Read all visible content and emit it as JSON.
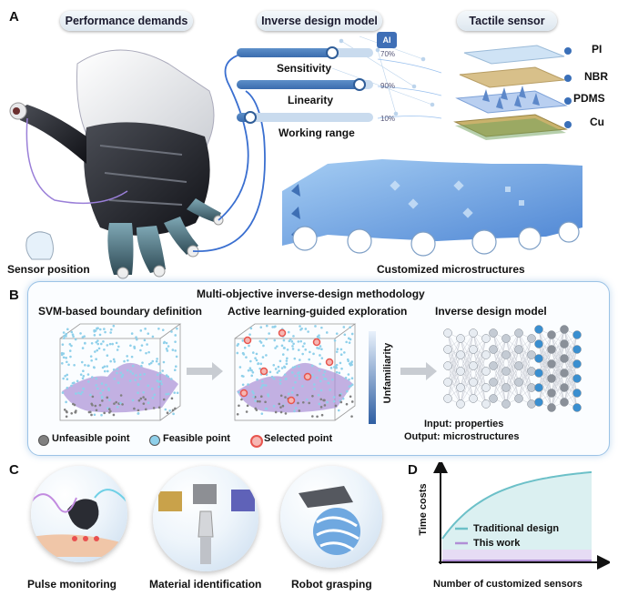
{
  "panels": {
    "a": "A",
    "b": "B",
    "c": "C",
    "d": "D"
  },
  "panel_a": {
    "titles": {
      "demands": "Performance demands",
      "model": "Inverse design model",
      "sensor": "Tactile sensor"
    },
    "sliders": [
      {
        "label": "Sensitivity",
        "percent": "70%",
        "value": 0.7
      },
      {
        "label": "Linearity",
        "percent": "90%",
        "value": 0.9
      },
      {
        "label": "Working range",
        "percent": "10%",
        "value": 0.1
      }
    ],
    "ai_badge": "AI",
    "layers": [
      "PI",
      "NBR",
      "PDMS",
      "Cu"
    ],
    "sensor_position": "Sensor position",
    "microstructures": "Customized microstructures"
  },
  "panel_b": {
    "title": "Multi-objective inverse-design methodology",
    "step1": "SVM-based boundary definition",
    "step2": "Active learning-guided exploration",
    "step3": "Inverse design model",
    "colorbar_label": "Unfamiliarity",
    "legend": {
      "unfeasible": "Unfeasible point",
      "feasible": "Feasible point",
      "selected": "Selected point"
    },
    "io": {
      "input": "Input: properties",
      "output": "Output: microstructures"
    },
    "colors": {
      "unfeasible": "#808080",
      "feasible": "#8fd0ea",
      "selected": "#e8554e"
    }
  },
  "panel_c": {
    "apps": [
      "Pulse monitoring",
      "Material identification",
      "Robot grasping"
    ]
  },
  "panel_d": {
    "chart_data": {
      "type": "line",
      "xlabel": "Number of  customized sensors",
      "ylabel": "Time costs",
      "series": [
        {
          "name": "Traditional design",
          "color": "#6cc0c8"
        },
        {
          "name": "This work",
          "color": "#b18fd6"
        }
      ]
    }
  }
}
